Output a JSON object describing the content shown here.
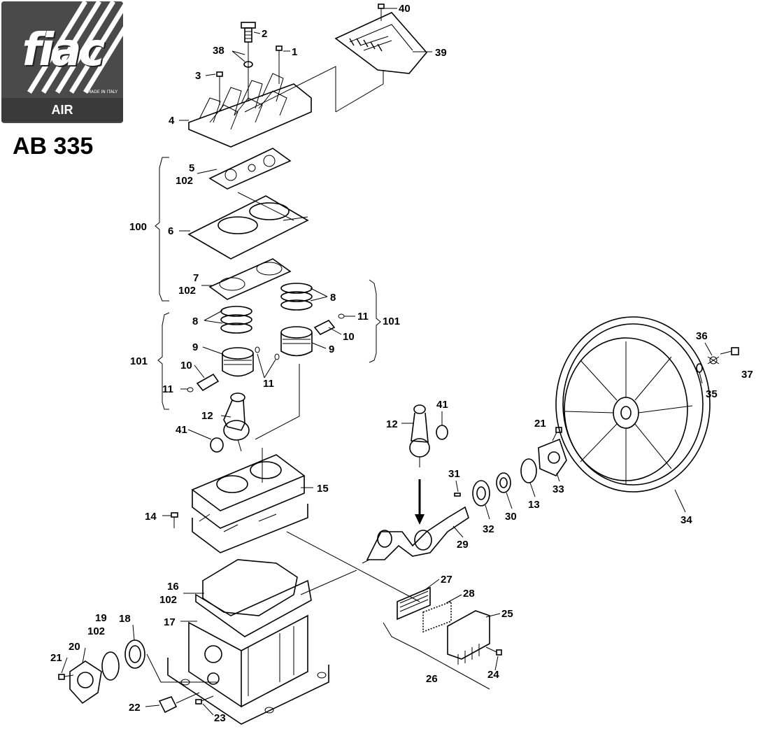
{
  "logo": {
    "brand": "fiac",
    "made_in": "MADE IN ITALY",
    "subtitle": "AIR COMPRESSORS",
    "model": "AB 335"
  },
  "icons": {
    "logo": "fiac-stripes-logo",
    "arrow": "down-arrow-icon"
  },
  "callouts": [
    {
      "id": "c40",
      "text": "40"
    },
    {
      "id": "c2",
      "text": "2"
    },
    {
      "id": "c38",
      "text": "38"
    },
    {
      "id": "c1",
      "text": "1"
    },
    {
      "id": "c39",
      "text": "39"
    },
    {
      "id": "c3",
      "text": "3"
    },
    {
      "id": "c4",
      "text": "4"
    },
    {
      "id": "c5",
      "text": "5"
    },
    {
      "id": "c102a",
      "text": "102"
    },
    {
      "id": "c100",
      "text": "100"
    },
    {
      "id": "c6",
      "text": "6"
    },
    {
      "id": "c7",
      "text": "7"
    },
    {
      "id": "c102b",
      "text": "102"
    },
    {
      "id": "c8a",
      "text": "8"
    },
    {
      "id": "c8b",
      "text": "8"
    },
    {
      "id": "c11a",
      "text": "11"
    },
    {
      "id": "c101a",
      "text": "101"
    },
    {
      "id": "c10a",
      "text": "10"
    },
    {
      "id": "c9a",
      "text": "9"
    },
    {
      "id": "c9b",
      "text": "9"
    },
    {
      "id": "c101b",
      "text": "101"
    },
    {
      "id": "c10b",
      "text": "10"
    },
    {
      "id": "c11b",
      "text": "11"
    },
    {
      "id": "c11c",
      "text": "11"
    },
    {
      "id": "c36",
      "text": "36"
    },
    {
      "id": "c37",
      "text": "37"
    },
    {
      "id": "c35",
      "text": "35"
    },
    {
      "id": "c41a",
      "text": "41"
    },
    {
      "id": "c12a",
      "text": "12"
    },
    {
      "id": "c12b",
      "text": "12"
    },
    {
      "id": "c41b",
      "text": "41"
    },
    {
      "id": "c21a",
      "text": "21"
    },
    {
      "id": "c31",
      "text": "31"
    },
    {
      "id": "c33",
      "text": "33"
    },
    {
      "id": "c15",
      "text": "15"
    },
    {
      "id": "c14",
      "text": "14"
    },
    {
      "id": "c32",
      "text": "32"
    },
    {
      "id": "c30",
      "text": "30"
    },
    {
      "id": "c13",
      "text": "13"
    },
    {
      "id": "c34",
      "text": "34"
    },
    {
      "id": "c29",
      "text": "29"
    },
    {
      "id": "c27",
      "text": "27"
    },
    {
      "id": "c16",
      "text": "16"
    },
    {
      "id": "c102c",
      "text": "102"
    },
    {
      "id": "c28",
      "text": "28"
    },
    {
      "id": "c17",
      "text": "17"
    },
    {
      "id": "c19",
      "text": "19"
    },
    {
      "id": "c102d",
      "text": "102"
    },
    {
      "id": "c18",
      "text": "18"
    },
    {
      "id": "c25",
      "text": "25"
    },
    {
      "id": "c20",
      "text": "20"
    },
    {
      "id": "c21b",
      "text": "21"
    },
    {
      "id": "c24",
      "text": "24"
    },
    {
      "id": "c26",
      "text": "26"
    },
    {
      "id": "c22",
      "text": "22"
    },
    {
      "id": "c23",
      "text": "23"
    }
  ]
}
